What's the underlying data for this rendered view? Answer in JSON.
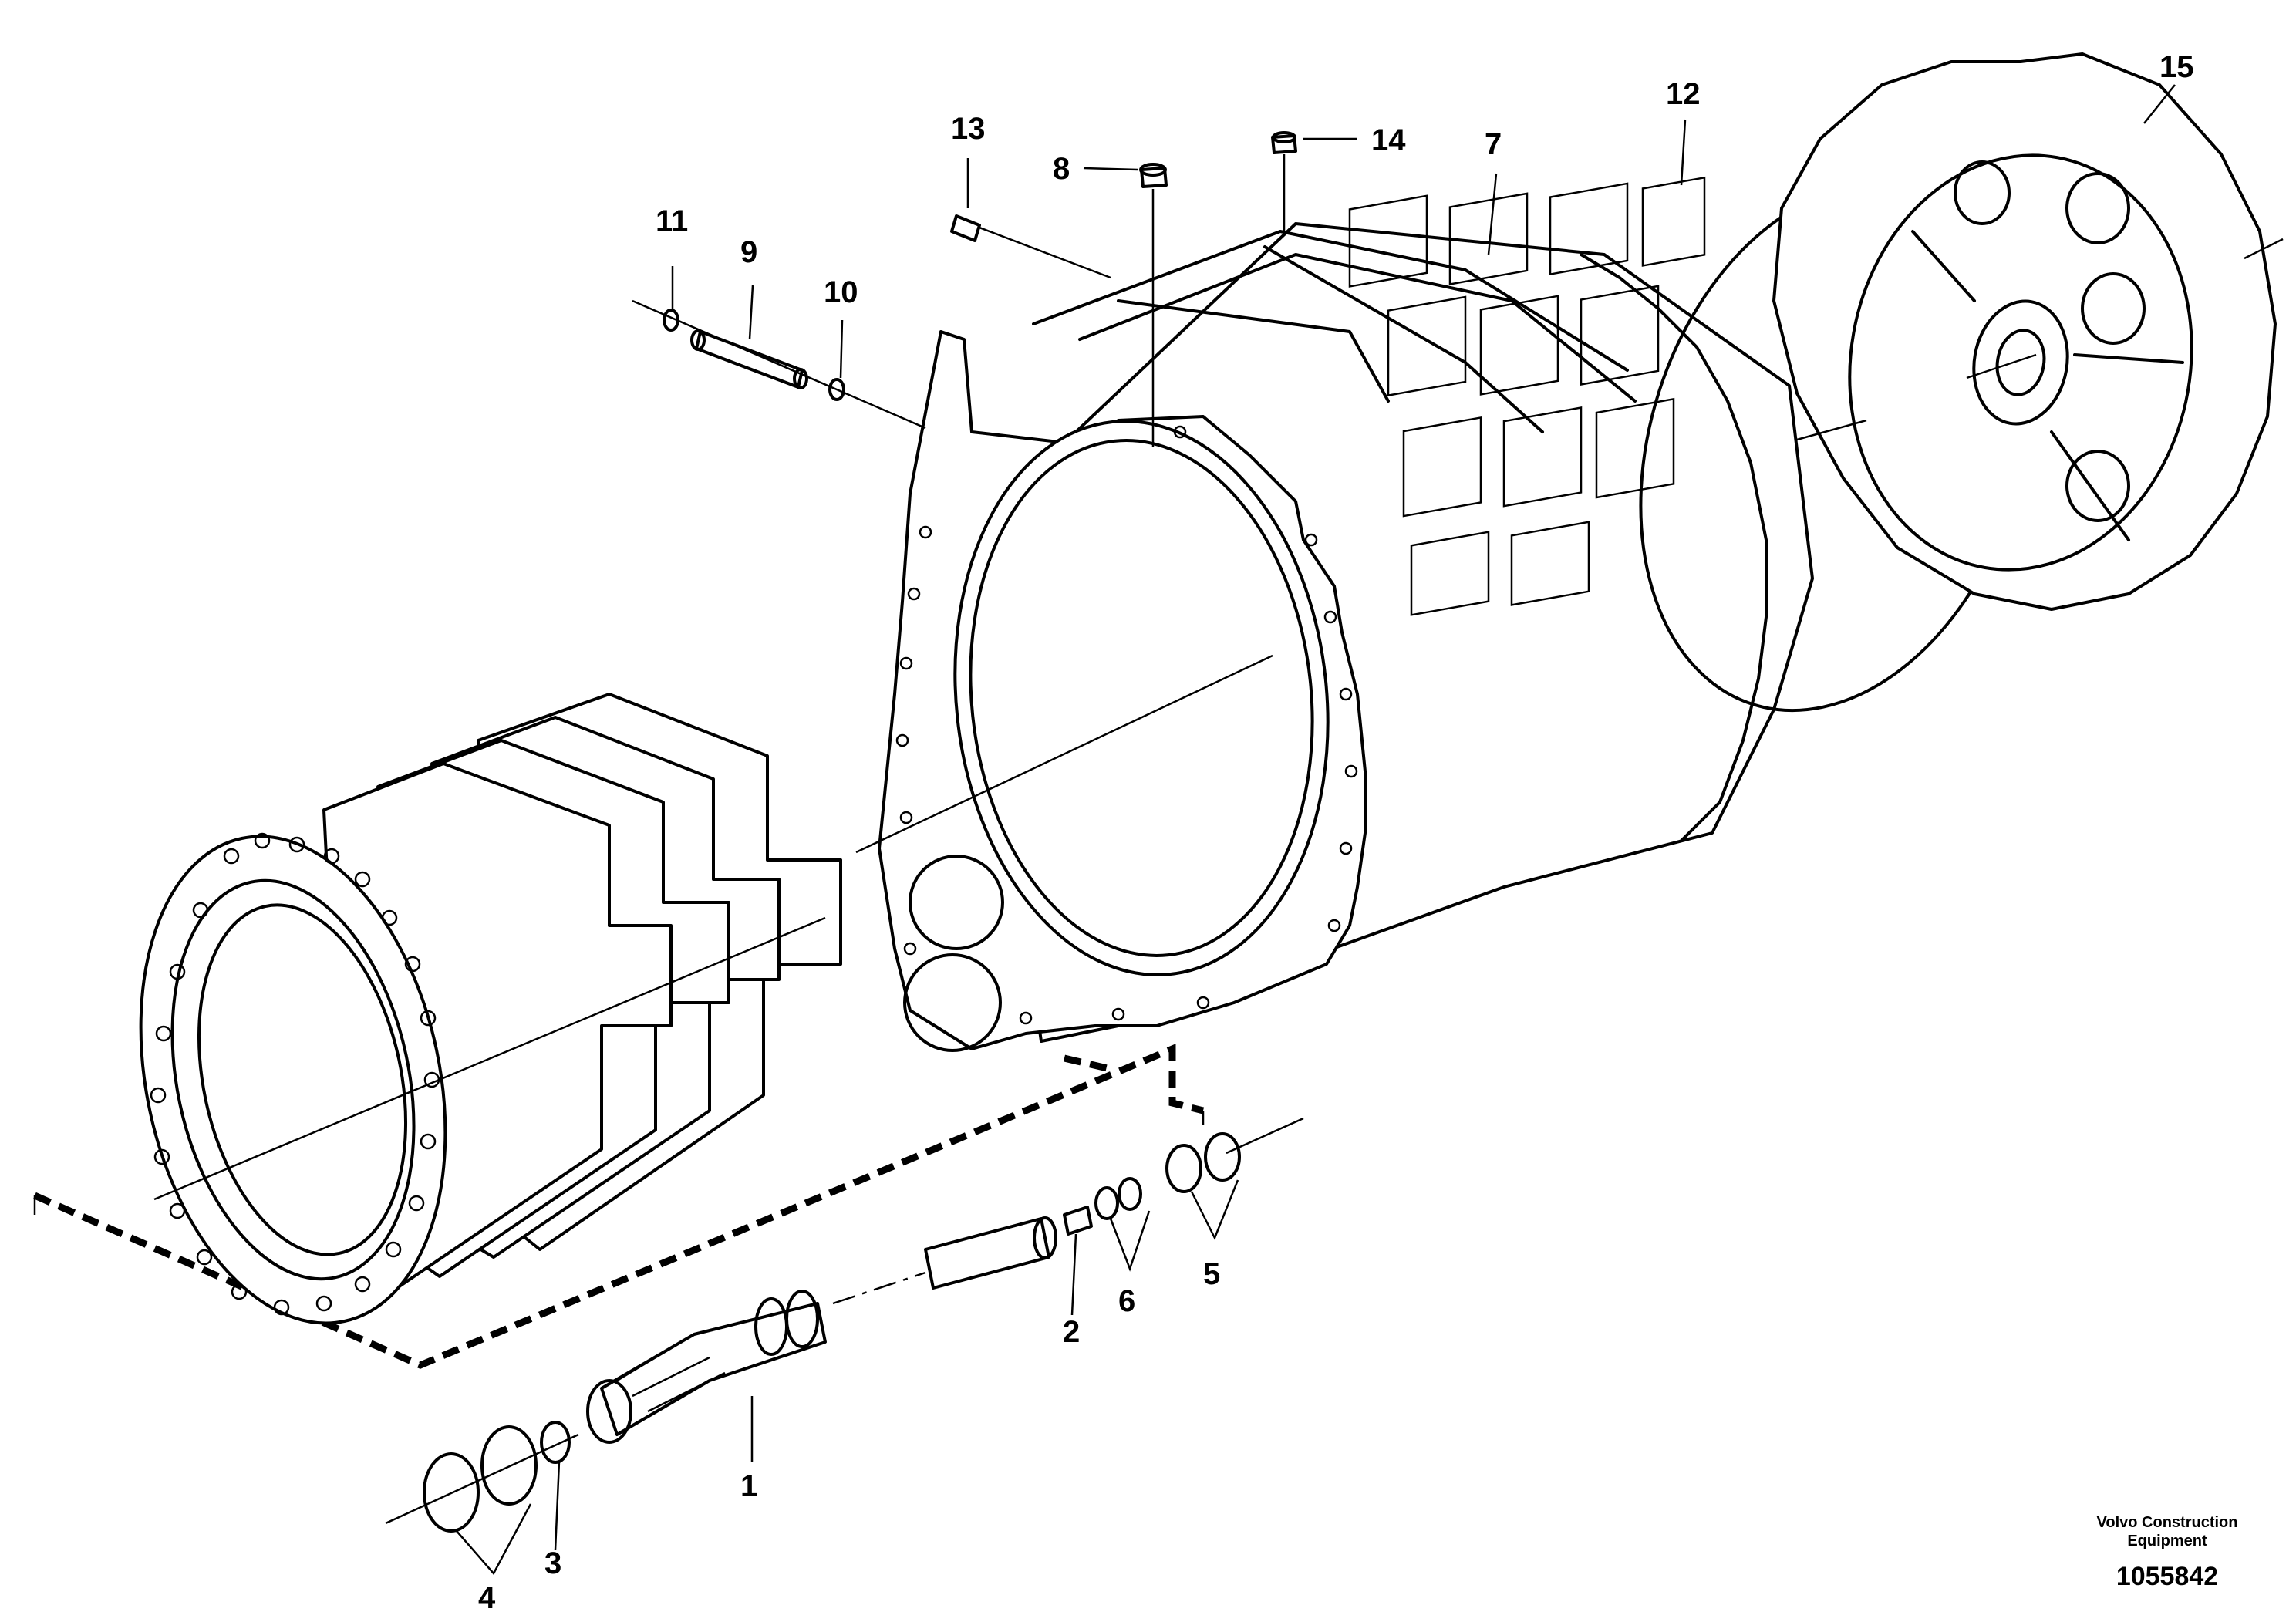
{
  "diagram": {
    "callouts": [
      "1",
      "2",
      "3",
      "4",
      "5",
      "6",
      "7",
      "8",
      "9",
      "10",
      "11",
      "12",
      "13",
      "14",
      "15"
    ],
    "publisher": [
      "Volvo Construction",
      "Equipment"
    ],
    "drawing_number": "1055842"
  }
}
